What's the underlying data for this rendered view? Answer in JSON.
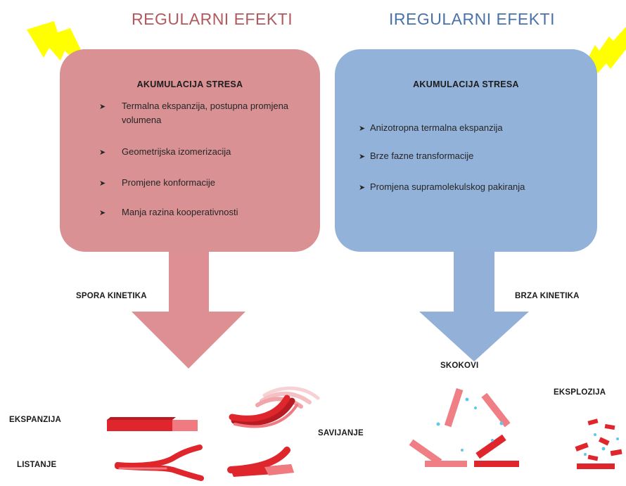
{
  "titles": {
    "regular": "REGULARNI EFEKTI",
    "irregular": "IREGULARNI EFEKTI"
  },
  "left_box": {
    "heading": "AKUMULACIJA STRESA",
    "items": [
      "Termalna ekspanzija, postupna promjena volumena",
      "Geometrijska izomerizacija",
      "Promjene konformacije",
      "Manja razina kooperativnosti"
    ]
  },
  "right_box": {
    "heading": "AKUMULACIJA STRESA",
    "items": [
      "Anizotropna termalna ekspanzija",
      "Brze fazne transformacije",
      "Promjena supramolekulskog pakiranja"
    ]
  },
  "kinetics": {
    "slow": "SPORA KINETIKA",
    "fast": "BRZA KINETIKA"
  },
  "effects": {
    "expansion": "EKSPANZIJA",
    "peeling": "LISTANJE",
    "bending": "SAVIJANJE",
    "jumping": "SKOKOVI",
    "explosion": "EKSPLOZIJA"
  },
  "colors": {
    "regular_title": "#b05a5e",
    "irregular_title": "#4b72a8",
    "left_box": "#d99194",
    "right_box": "#93b2d9",
    "left_arrow": "#dd8f93",
    "right_arrow": "#93b1d8",
    "lightning": "#ffff00",
    "crystal_red": "#e0262d",
    "crystal_pink": "#ef7e85",
    "droplet": "#5ec8e6"
  },
  "icons": [
    "lightning-bolt-icon",
    "bullet-arrow-icon",
    "down-arrow-icon"
  ]
}
